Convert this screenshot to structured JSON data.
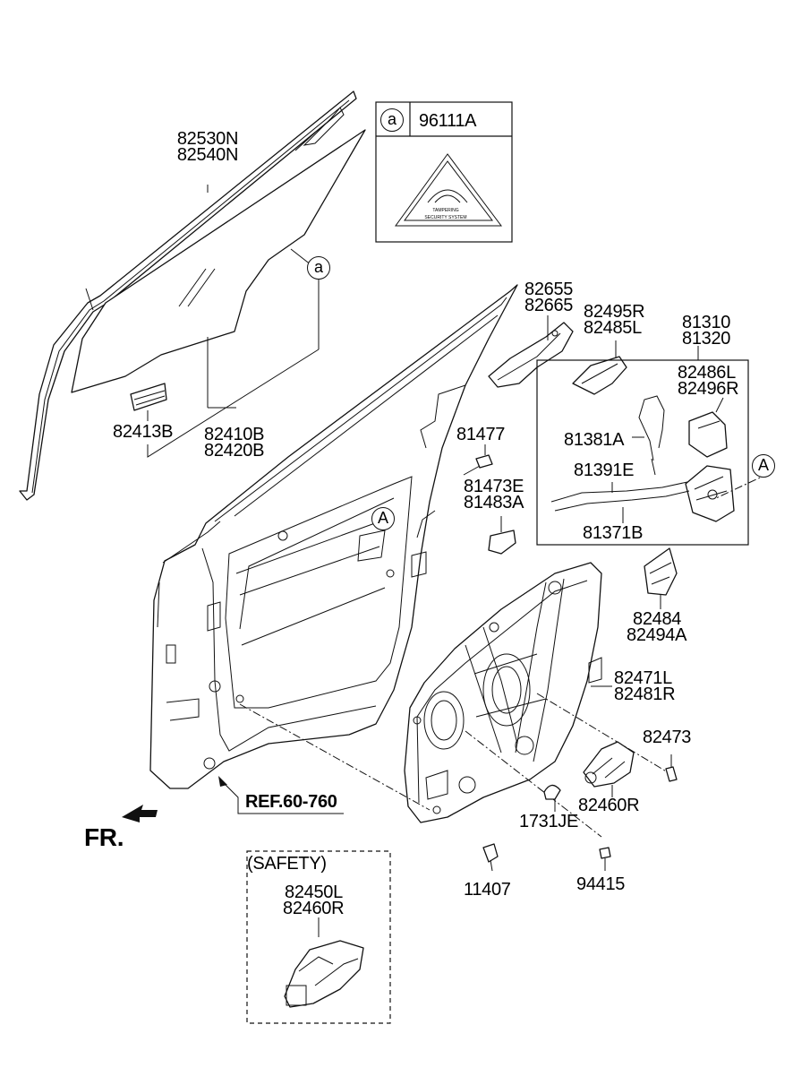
{
  "callouts": {
    "glass_run": [
      "82530N",
      "82540N"
    ],
    "window_glass": [
      "82410B",
      "82420B"
    ],
    "glass_clip": "82413B",
    "sticker_code": "96111A",
    "sticker_tag": "a",
    "sticker_text": [
      "TAMPERING",
      "SECURITY SYSTEM"
    ],
    "glass_tag": "a",
    "outside_handle": [
      "82655",
      "82665"
    ],
    "handle_bracket": [
      "82495R",
      "82485L"
    ],
    "latch_assy": [
      "81310",
      "81320"
    ],
    "latch_cover": [
      "82486L",
      "82496R"
    ],
    "lock_cable": "81381A",
    "inside_cable": "81391E",
    "outside_cable": "81371B",
    "latch_tag": "A",
    "door_tag": "A",
    "bolt": "81477",
    "clip": [
      "81473E",
      "81483A"
    ],
    "bracket_lower": [
      "82484",
      "82494A"
    ],
    "regulator": [
      "82471L",
      "82481R"
    ],
    "screw_reg": "82473",
    "motor": "82460R",
    "plug": "1731JE",
    "bolt_lower": "11407",
    "screw_small": "94415",
    "ref": "REF.60-760",
    "front": "FR.",
    "safety_title": "(SAFETY)",
    "safety_motor": [
      "82450L",
      "82460R"
    ]
  }
}
